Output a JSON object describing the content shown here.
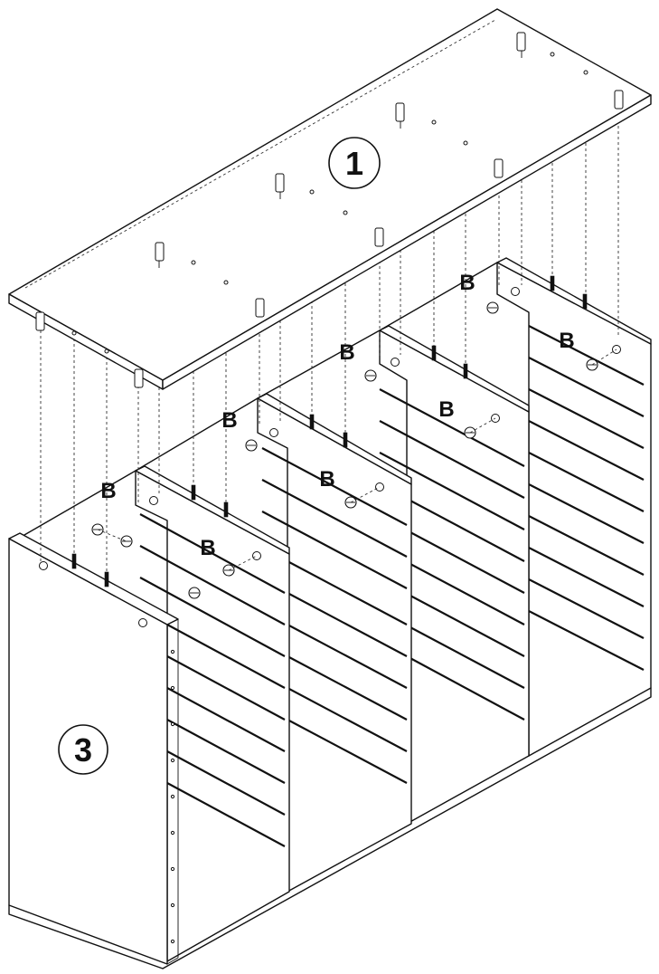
{
  "parts": {
    "top_panel": {
      "number": "1"
    },
    "side_panel": {
      "number": "3"
    }
  },
  "fastener_label": "B"
}
